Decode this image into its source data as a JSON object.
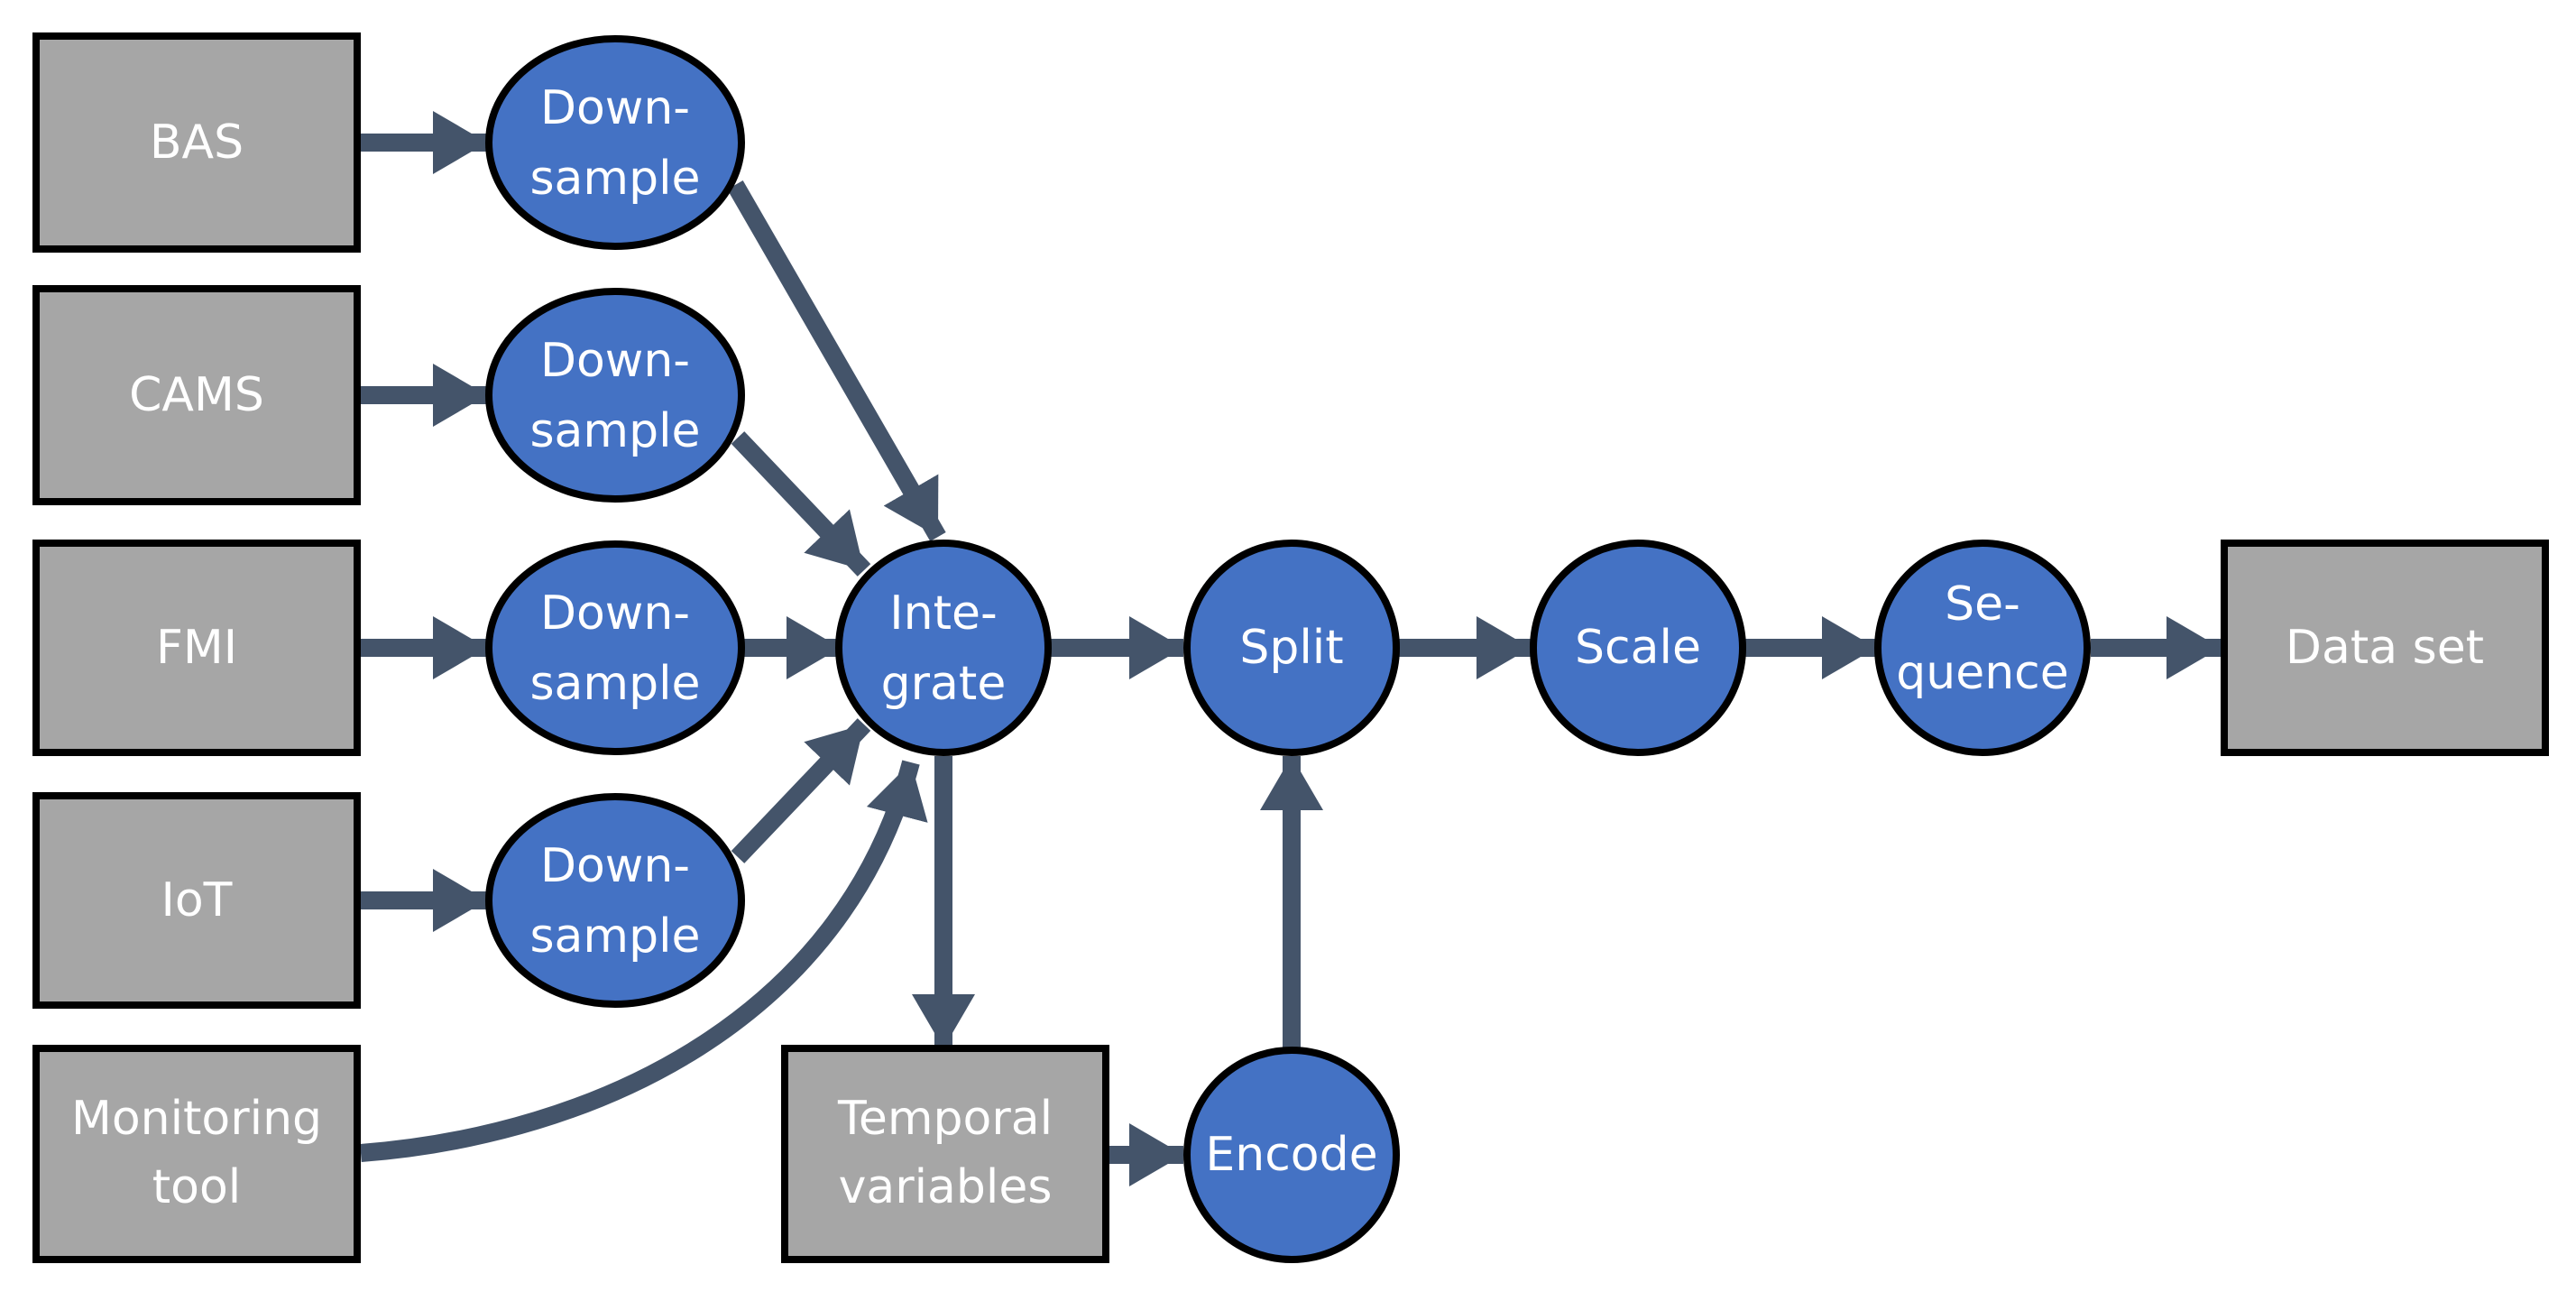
{
  "sources": {
    "bas": {
      "label": "BAS"
    },
    "cams": {
      "label": "CAMS"
    },
    "fmi": {
      "label": "FMI"
    },
    "iot": {
      "label": "IoT"
    },
    "monitoring": {
      "label_line1": "Monitoring",
      "label_line2": "tool"
    }
  },
  "steps": {
    "downsample": {
      "label_line1": "Down-",
      "label_line2": "sample"
    },
    "integrate": {
      "label_line1": "Inte-",
      "label_line2": "grate"
    },
    "split": {
      "label": "Split"
    },
    "scale": {
      "label": "Scale"
    },
    "sequence": {
      "label_line1": "Se-",
      "label_line2": "quence"
    },
    "encode": {
      "label": "Encode"
    }
  },
  "outputs": {
    "temporal": {
      "label_line1": "Temporal",
      "label_line2": "variables"
    },
    "dataset": {
      "label": "Data set"
    }
  },
  "colors": {
    "process_fill": "#4472c4",
    "data_fill": "#a6a6a6",
    "arrow": "#44546a",
    "outline": "#000000",
    "text": "#ffffff"
  }
}
